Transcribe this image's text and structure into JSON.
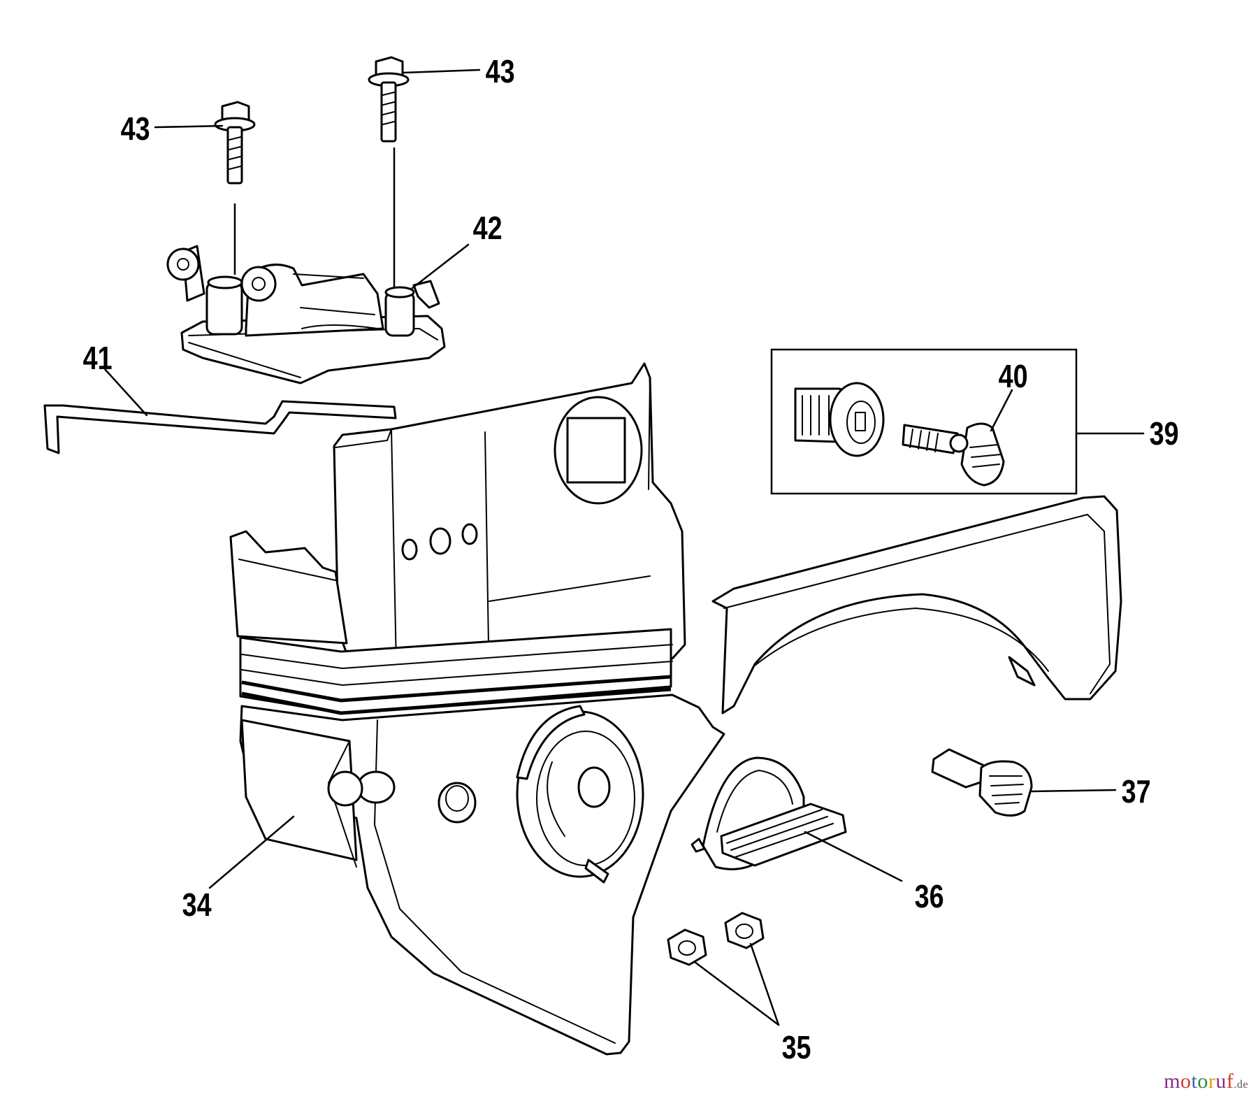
{
  "callouts": {
    "c34": "34",
    "c35": "35",
    "c36": "36",
    "c37": "37",
    "c39": "39",
    "c40": "40",
    "c41": "41",
    "c42": "42",
    "c43a": "43",
    "c43b": "43"
  },
  "watermark": {
    "brand": "motoruf",
    "suffix": ".de",
    "colors": [
      "#8a2a8a",
      "#d23a2a",
      "#2a6ab8",
      "#2a8a3a",
      "#d8a01a"
    ]
  }
}
